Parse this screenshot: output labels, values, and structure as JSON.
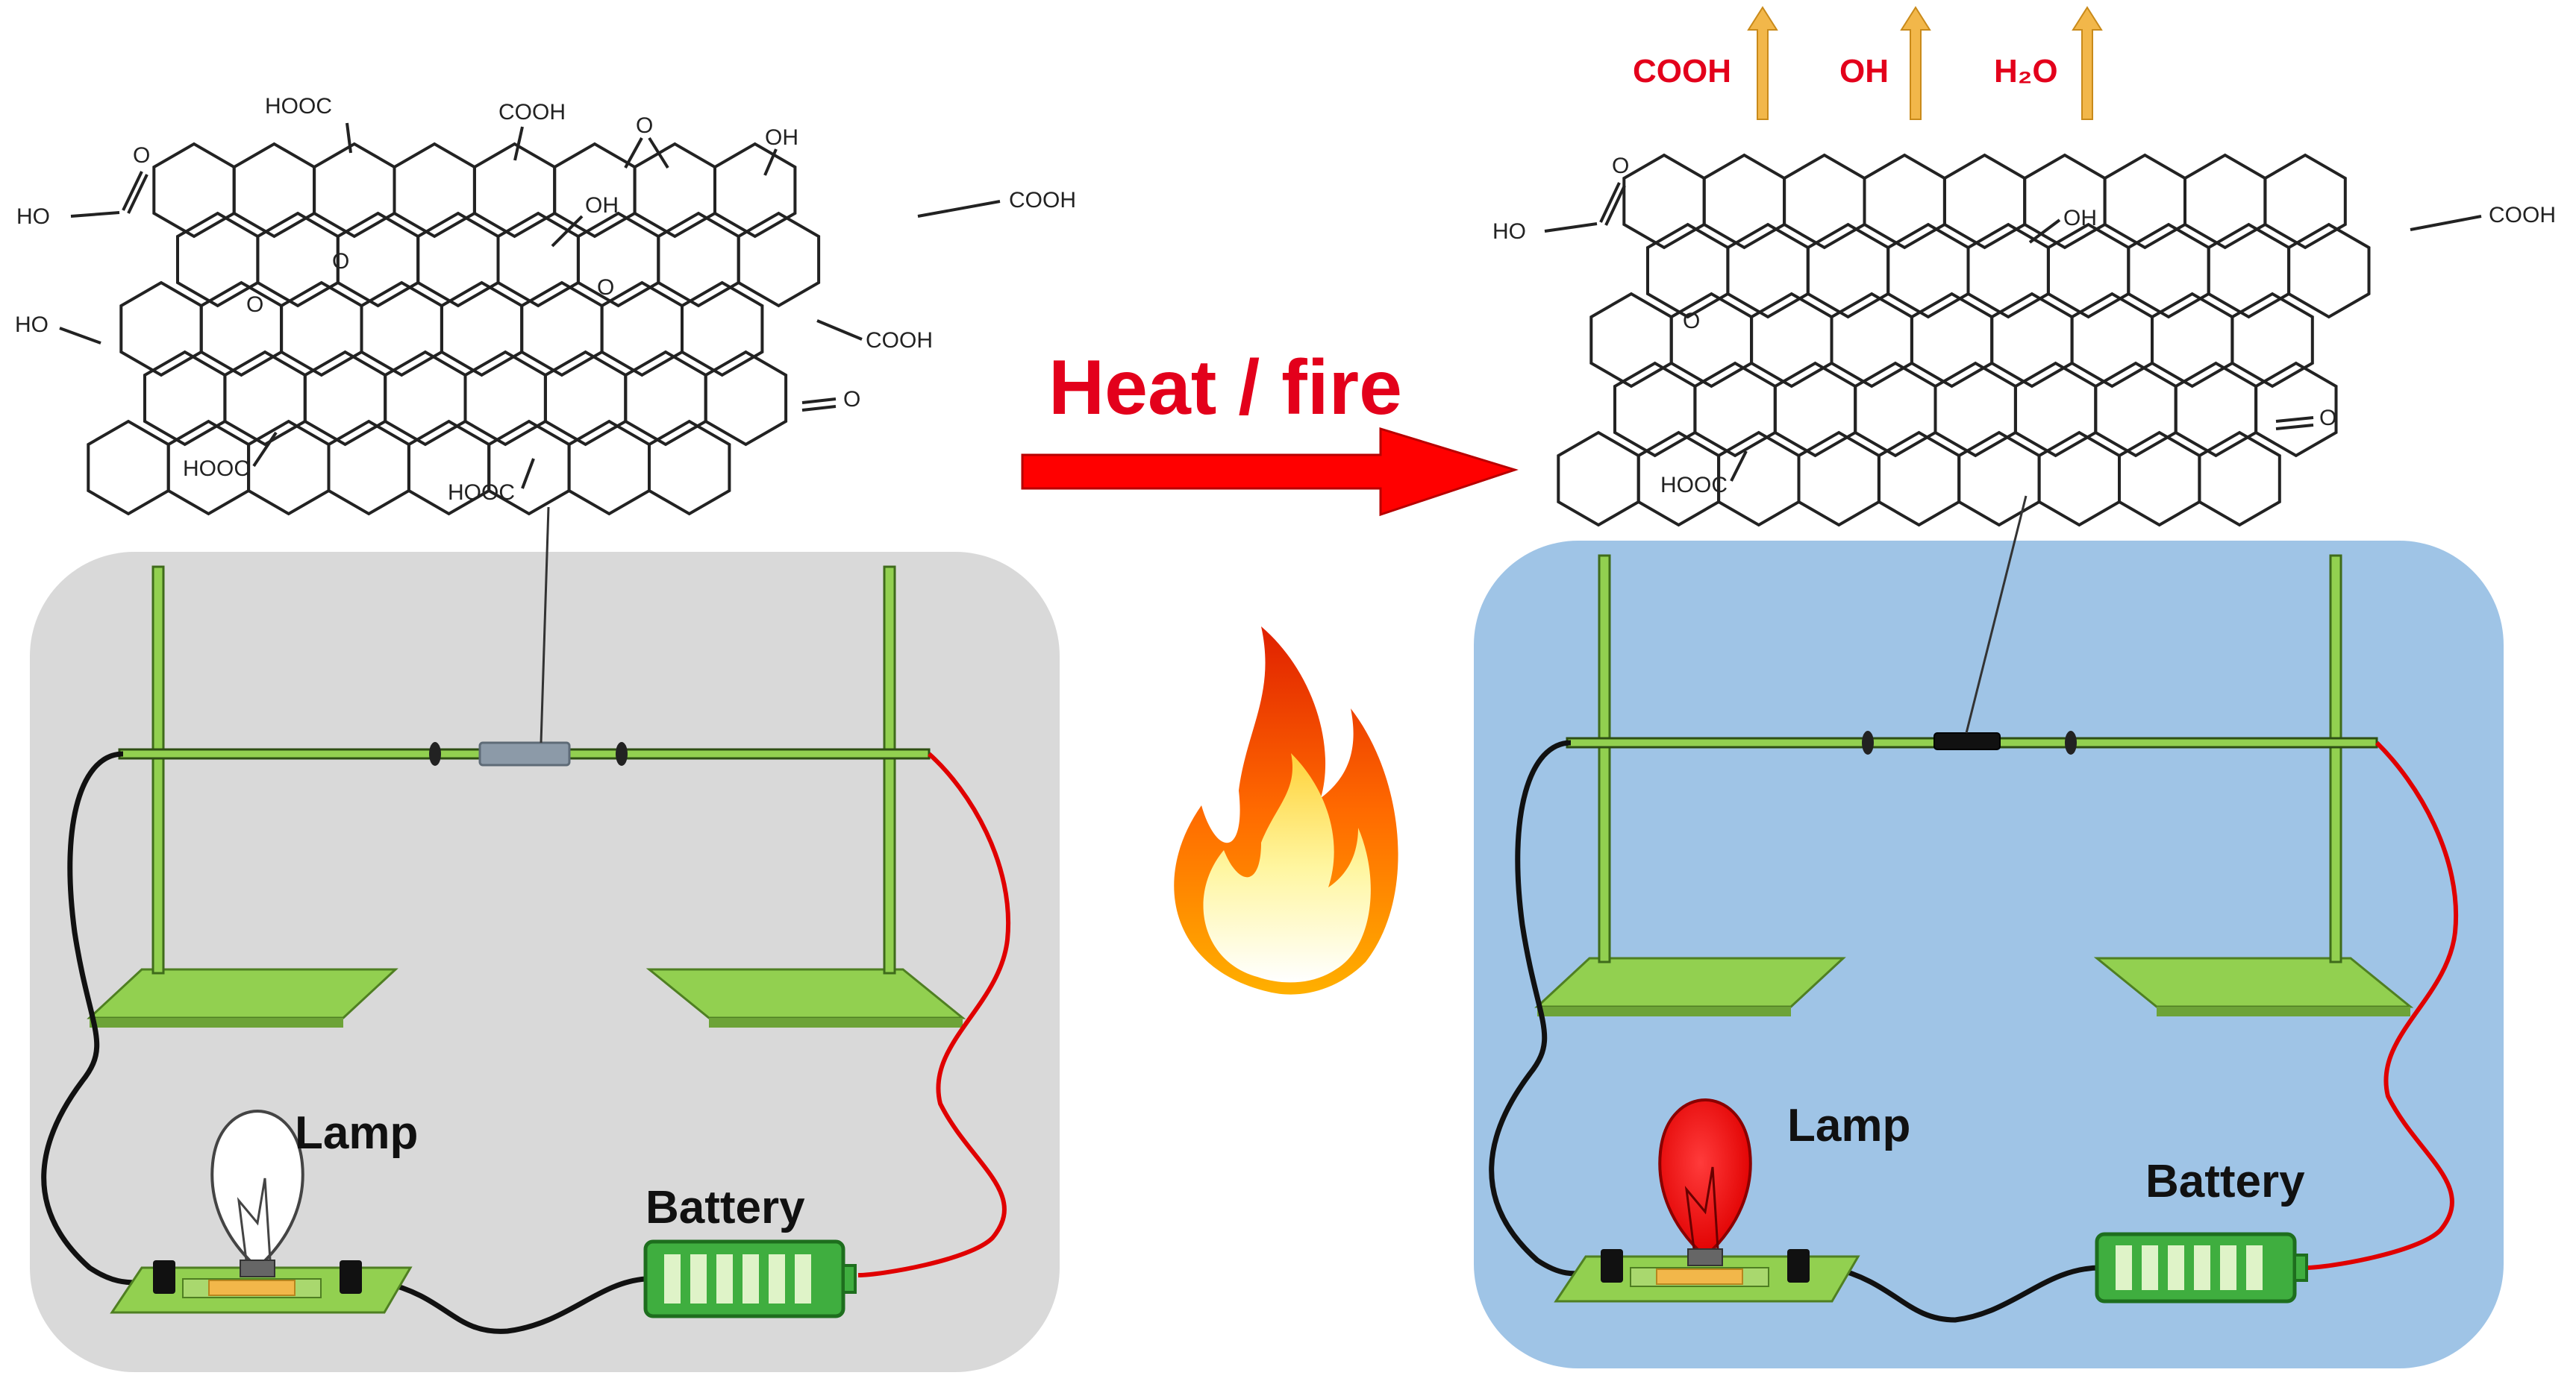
{
  "colors": {
    "left_panel": "#d9d9d9",
    "right_panel": "#9fc4e6",
    "stand": "#92d050",
    "wire_black": "#111111",
    "wire_red": "#e00000",
    "arrow_red": "#ff0000",
    "release_arrow": "#f2b74a",
    "lamp_on": "#ff0000"
  },
  "process": {
    "arrow_label": "Heat / fire",
    "released": [
      "COOH",
      "OH",
      "H₂O"
    ]
  },
  "left": {
    "groups": {
      "hooc_top": "HOOC",
      "cooh_top": "COOH",
      "o_epoxy_top": "O",
      "oh_top": "OH",
      "ho_left": "HO",
      "carbonyl_o": "O",
      "oh_center": "OH",
      "cooh_right": "COOH",
      "o_bridge_1": "O",
      "o_bridge_2": "O",
      "o_bridge_3": "O",
      "ho_left_lower": "HO",
      "cooh_right_lower": "COOH",
      "ketone_o": "O",
      "hooc_bottom_left": "HOOC",
      "hooc_bottom": "HOOC"
    },
    "lamp_label": "Lamp",
    "battery_label": "Battery",
    "lamp_state": "off"
  },
  "right": {
    "groups": {
      "ho_left": "HO",
      "carbonyl_o": "O",
      "oh_center": "OH",
      "cooh_right": "COOH",
      "o_epoxy": "O",
      "ketone_o": "O",
      "hooc_bottom": "HOOC"
    },
    "lamp_label": "Lamp",
    "battery_label": "Battery",
    "lamp_state": "on"
  }
}
